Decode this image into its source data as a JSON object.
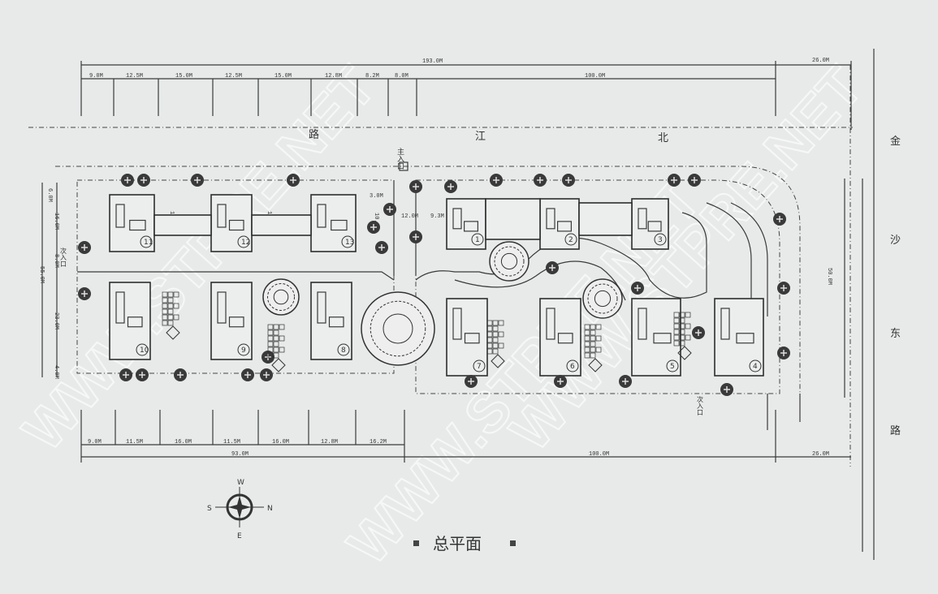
{
  "title": "总平面",
  "dimensions": {
    "top_total": "193.0M",
    "top_right_total": "100.0M",
    "top_corner": "26.0M",
    "top_segments": [
      "9.0M",
      "12.5M",
      "15.0M",
      "12.5M",
      "15.0M",
      "12.8M",
      "8.2M",
      "8.0M"
    ],
    "bottom_segments": [
      "9.0M",
      "11.5M",
      "16.0M",
      "11.5M",
      "16.0M",
      "12.8M",
      "16.2M"
    ],
    "bottom_total": "93.0M",
    "bottom_right_total": "100.0M",
    "bottom_corner": "26.0M",
    "left_segments": [
      "6.0M",
      "16.0M",
      "8.0M",
      "23.0M",
      "4.0M"
    ],
    "left_total": "55.0M",
    "right_total": "50.0M",
    "inner": [
      "12.0M",
      "12.0M",
      "3.0M",
      "10.0M",
      "12.0M",
      "9.3M"
    ]
  },
  "roads": {
    "north": [
      "路",
      "江",
      "北"
    ],
    "east": [
      "金",
      "沙",
      "东",
      "路"
    ]
  },
  "entrances": {
    "main": "主入口",
    "side_left": "次入口",
    "side_right": "次入口"
  },
  "houses": [
    "1",
    "2",
    "3",
    "4",
    "5",
    "6",
    "7",
    "8",
    "9",
    "10",
    "11",
    "12",
    "13"
  ],
  "compass": {
    "n": "N",
    "s": "S",
    "e": "E",
    "w": "W"
  },
  "watermark": "WWW.STPRE.NET"
}
